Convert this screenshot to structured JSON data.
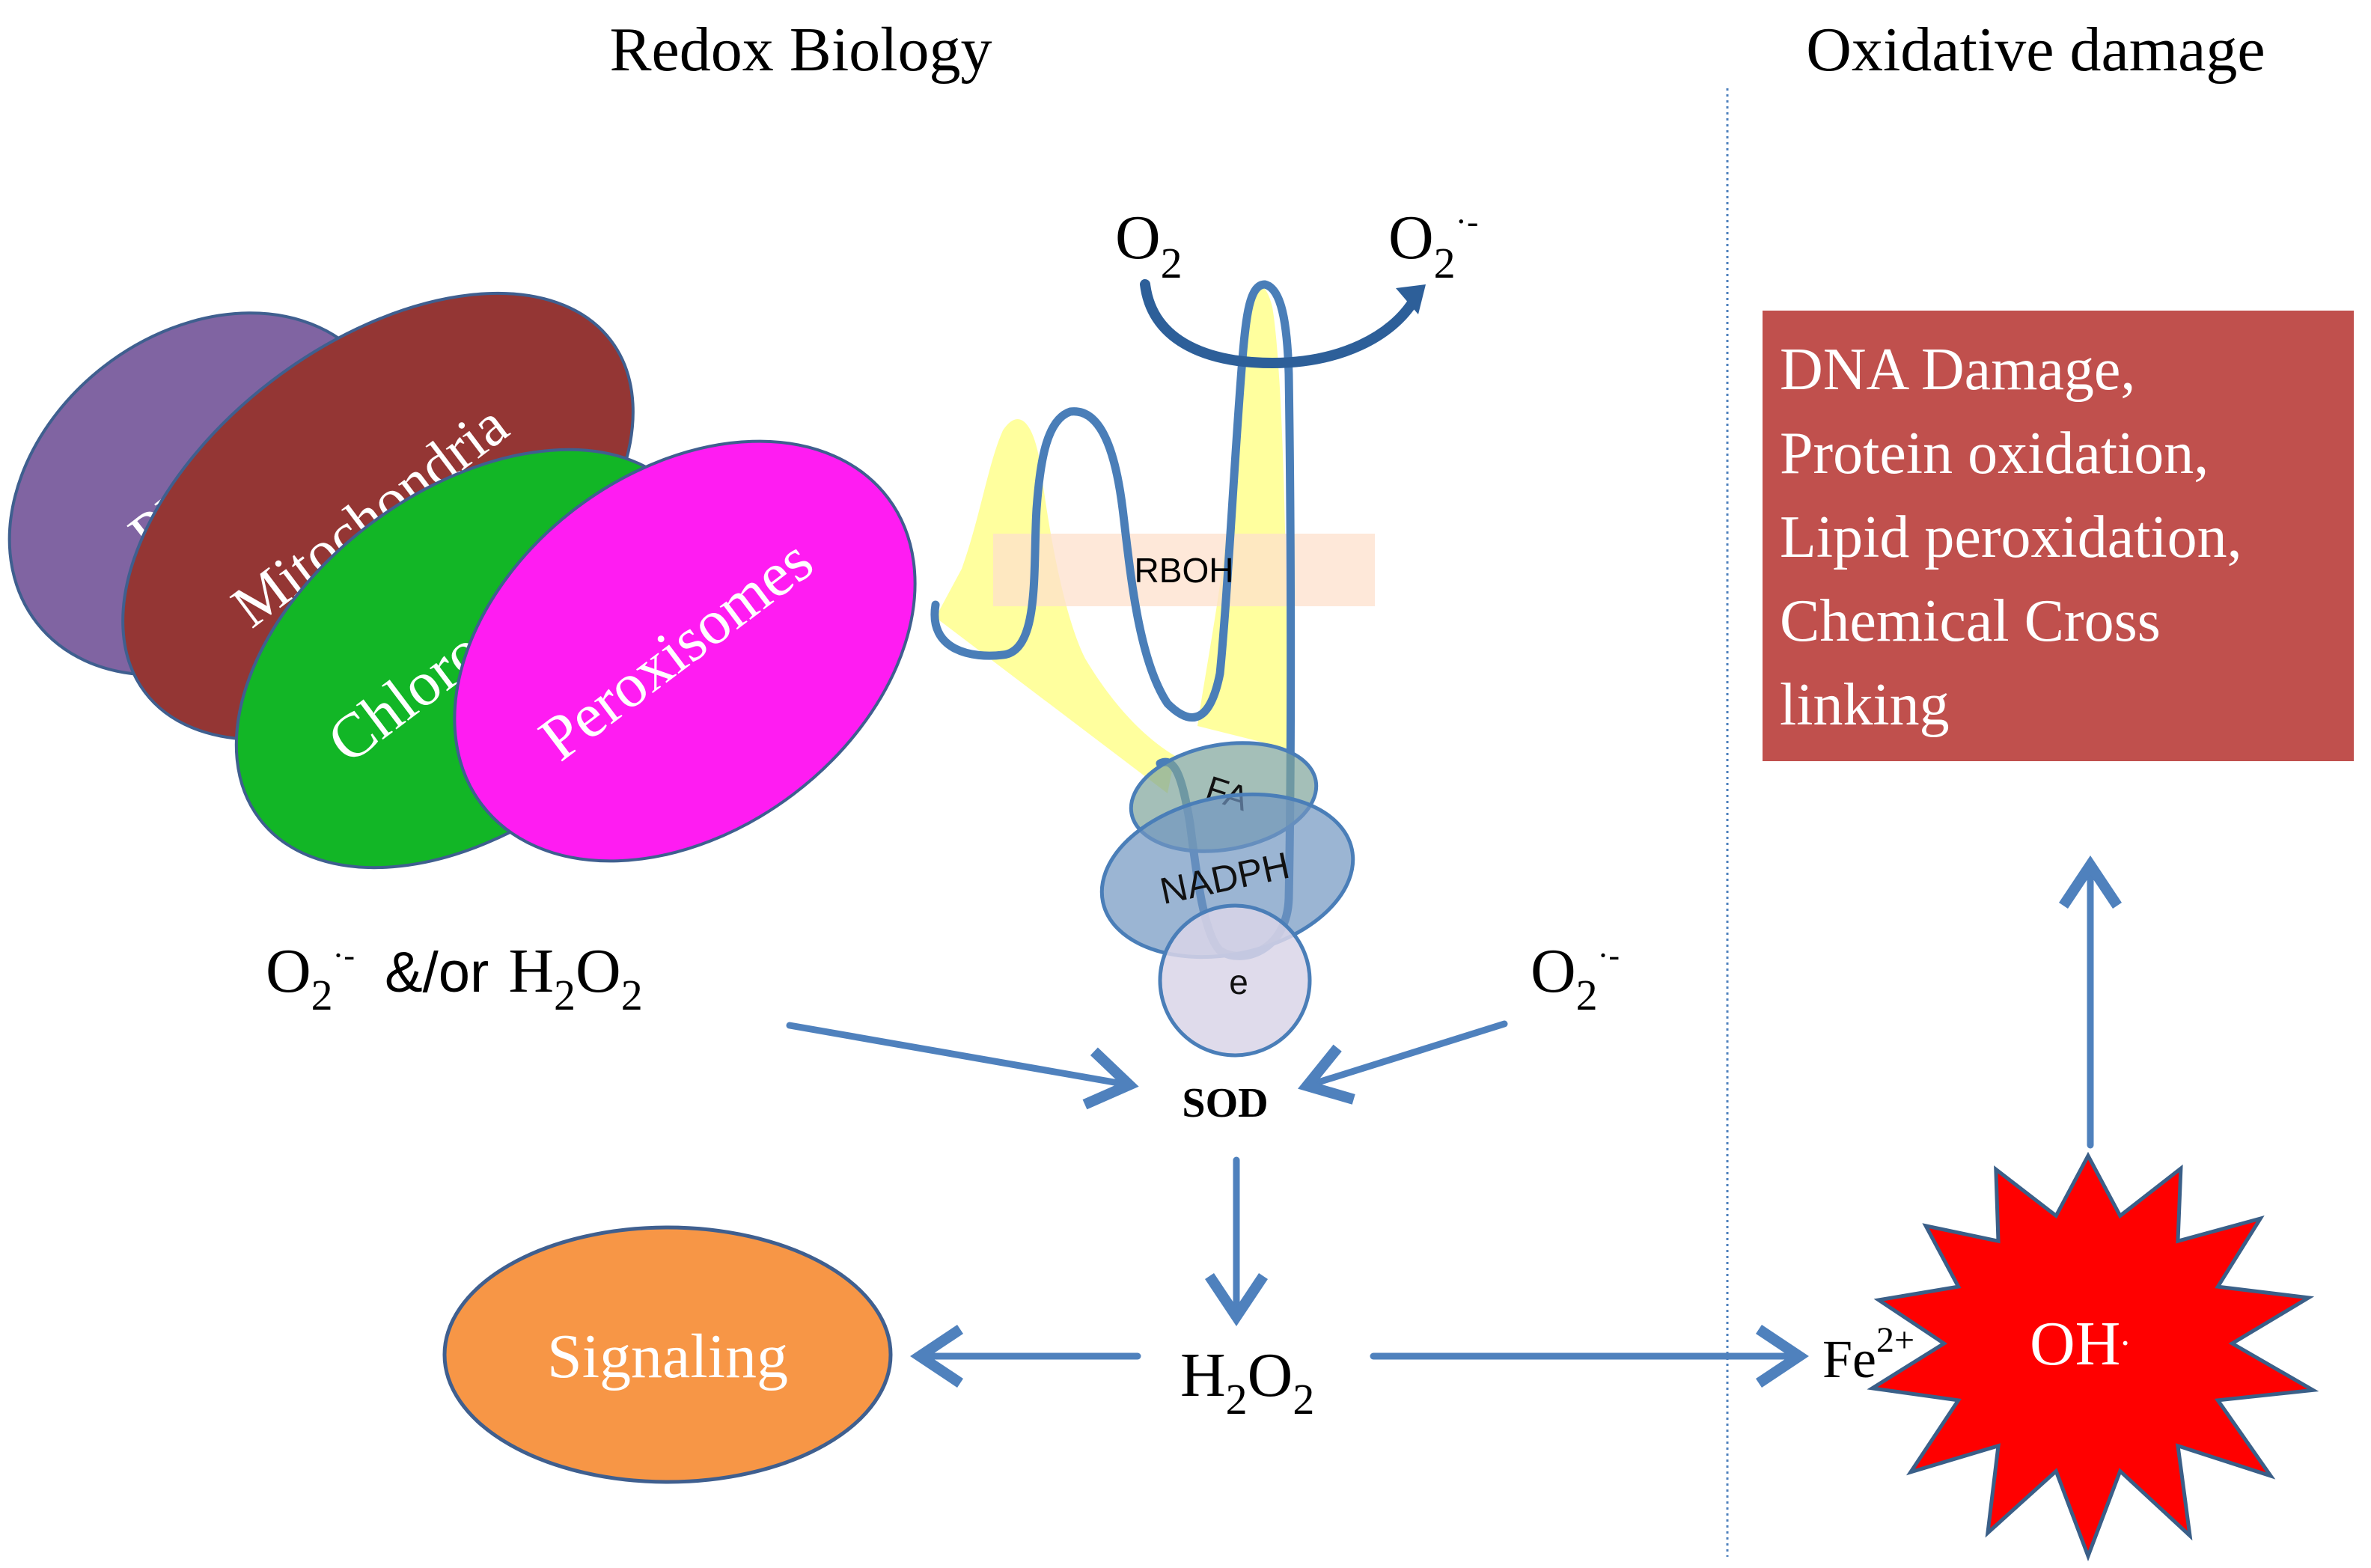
{
  "titles": {
    "left": "Redox Biology",
    "right": "Oxidative damage"
  },
  "organelles": {
    "per": "PER",
    "mitochondria": "Mitochondria",
    "chloroplasts": "Chloroplasts",
    "peroxisomes": "Peroxisomes"
  },
  "rboh": {
    "label": "RBOH",
    "o2": "O",
    "o2_sub": "2",
    "o2s": "O",
    "o2s_sub": "2",
    "o2s_sup": "·-",
    "fa": "FA",
    "nadph": "NADPH",
    "e": "e"
  },
  "reactants": {
    "left_o": "O",
    "left_sub": "2",
    "left_sup": "·-",
    "left_and": "&/or",
    "left_h": "H",
    "left_h_sub": "2",
    "left_o2": "O",
    "left_o2_sub": "2",
    "right_o": "O",
    "right_sub": "2",
    "right_sup": "·-",
    "sod": "SOD"
  },
  "products": {
    "h": "H",
    "h_sub": "2",
    "o": "O",
    "o_sub": "2",
    "signaling": "Signaling",
    "fe": "Fe",
    "fe_sup": "2+",
    "oh": "OH",
    "oh_sup": "."
  },
  "damage": {
    "line1": "DNA Damage,",
    "line2": "Protein oxidation,",
    "line3": "Lipid peroxidation,",
    "line4": "Chemical Cross",
    "line5": "linking"
  },
  "colors": {
    "arrow": "#4f81bd",
    "per": "#8064a2",
    "mitochondria": "#943634",
    "chloroplasts": "#12b626",
    "peroxisomes": "#ff1cf2",
    "signaling": "#f79646",
    "damage_box": "#c0504d",
    "burst": "#ff0000",
    "rboh_fill": "#ffff99"
  }
}
